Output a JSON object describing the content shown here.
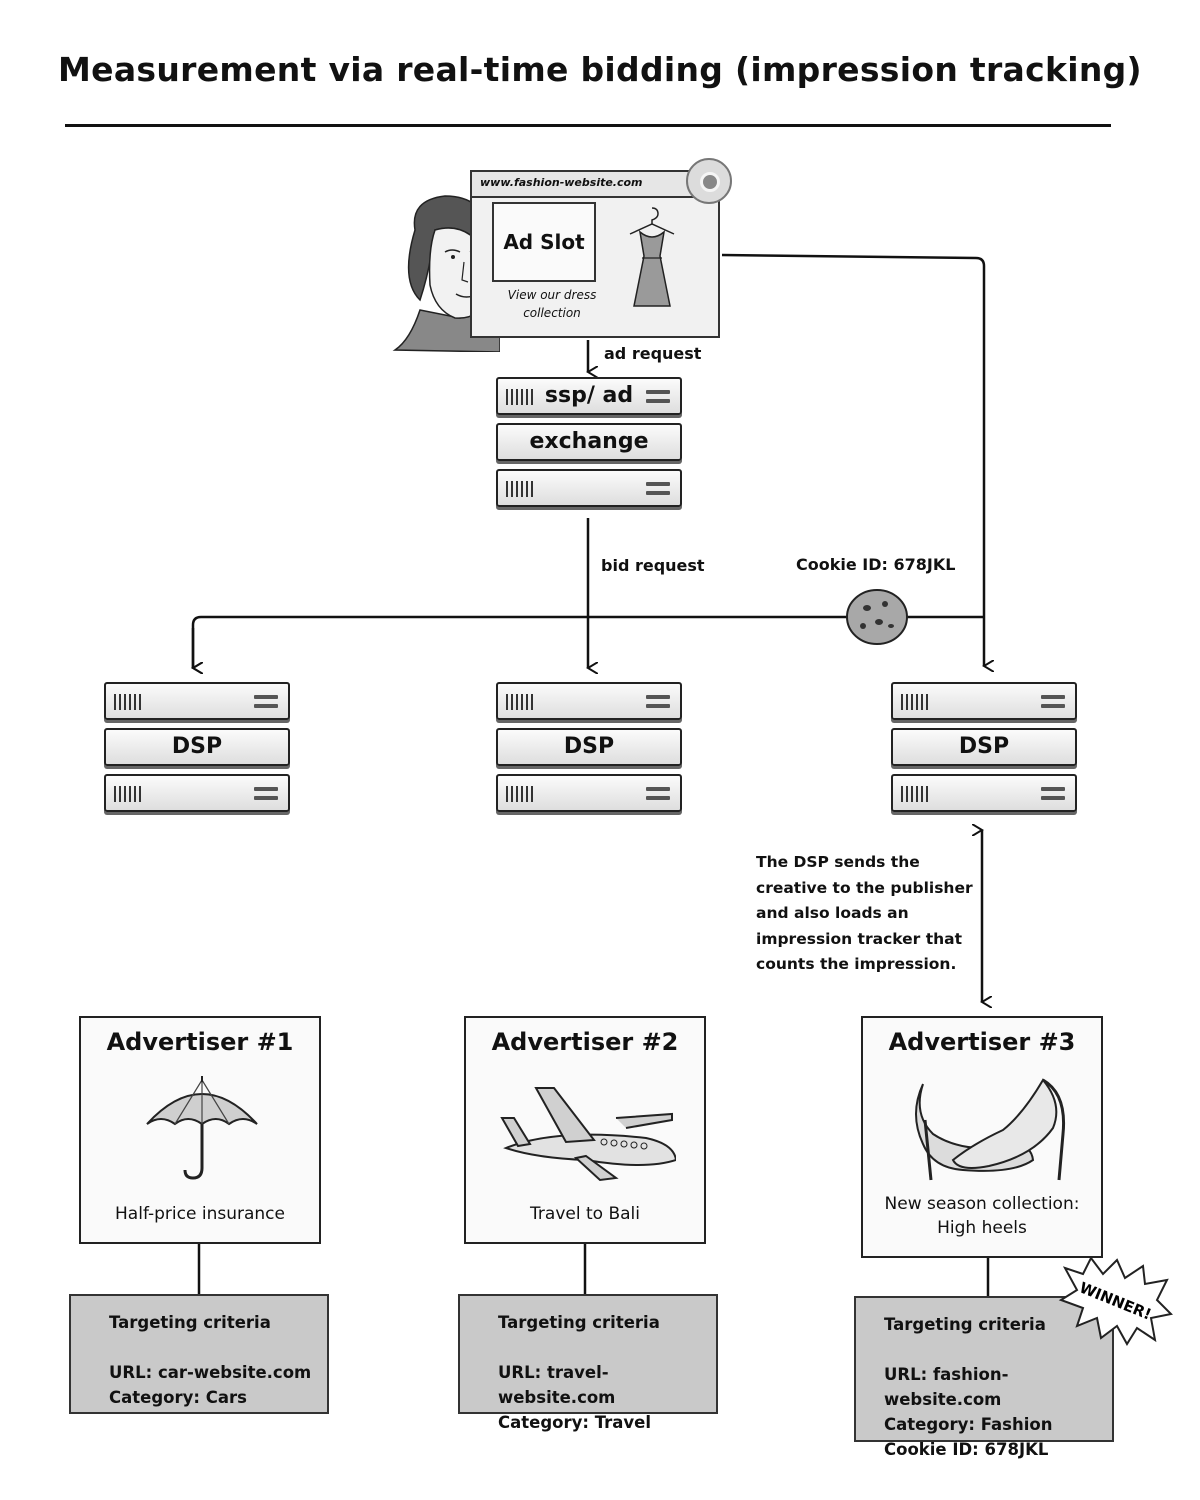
{
  "title": "Measurement via real-time bidding (impression tracking)",
  "browser": {
    "url": "www.fashion-website.com",
    "ad_slot": "Ad Slot",
    "caption": "View our dress collection"
  },
  "ssp": {
    "label_line1": "ssp/ ad",
    "label_line2": "exchange"
  },
  "edges": {
    "ad_request": "ad request",
    "bid_request": "bid request",
    "cookie_label": "Cookie ID: 678JKL"
  },
  "dsps": [
    {
      "label": "DSP"
    },
    {
      "label": "DSP"
    },
    {
      "label": "DSP"
    }
  ],
  "note": "The DSP sends the creative to the publisher and also loads an impression tracker that counts the impression.",
  "advertisers": [
    {
      "title": "Advertiser #1",
      "icon": "umbrella-icon",
      "caption": "Half-price insurance",
      "criteria_heading": "Targeting criteria",
      "criteria": [
        "URL: car-website.com",
        "Category: Cars"
      ]
    },
    {
      "title": "Advertiser #2",
      "icon": "airplane-icon",
      "caption": "Travel to Bali",
      "criteria_heading": "Targeting criteria",
      "criteria": [
        "URL: travel-website.com",
        "Category: Travel"
      ]
    },
    {
      "title": "Advertiser #3",
      "icon": "high-heels-icon",
      "caption_line1": "New season collection:",
      "caption_line2": "High heels",
      "criteria_heading": "Targeting criteria",
      "criteria": [
        "URL: fashion-website.com",
        "Category: Fashion",
        "Cookie ID: 678JKL"
      ]
    }
  ],
  "winner_badge": "WINNER!"
}
